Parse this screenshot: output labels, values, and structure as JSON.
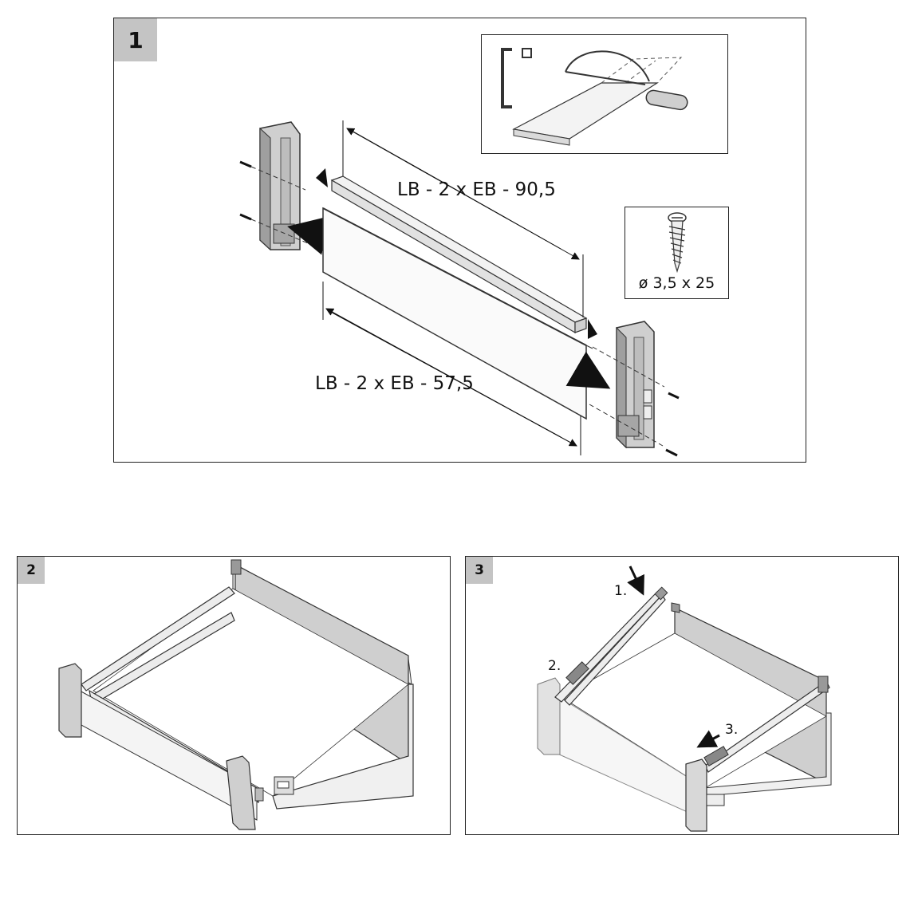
{
  "panel1": {
    "number": "1",
    "dim_top": "LB - 2 x EB - 90,5",
    "dim_bottom": "LB - 2 x EB - 57,5",
    "screw_spec": "ø 3,5 x 25"
  },
  "panel2": {
    "number": "2"
  },
  "panel3": {
    "number": "3",
    "step1": "1.",
    "step2": "2.",
    "step3": "3."
  },
  "colors": {
    "border": "#222222",
    "badge": "#c4c4c4",
    "panel_fill": "#d2d2d2",
    "rail_fill": "#f1f1f1"
  }
}
